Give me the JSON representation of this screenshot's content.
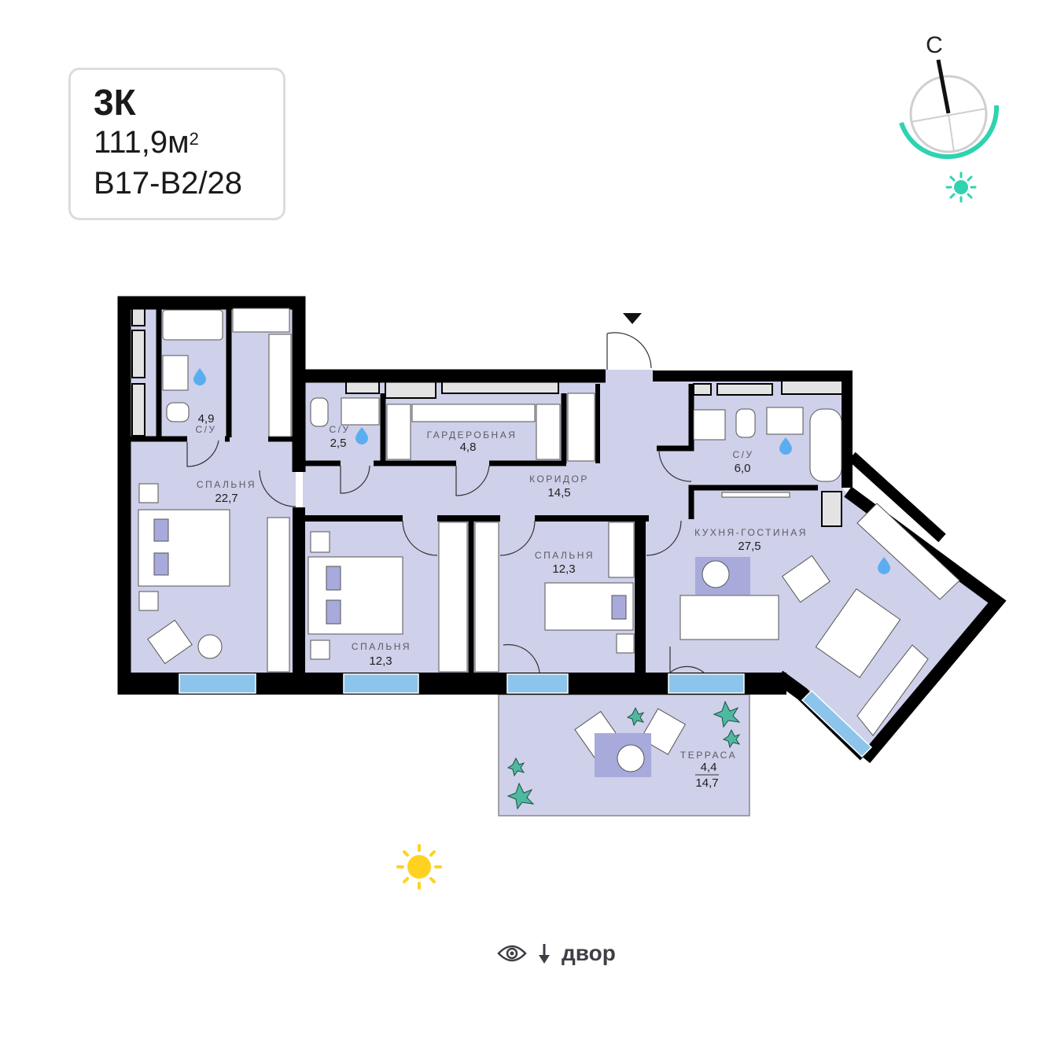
{
  "card": {
    "type": "3К",
    "area": "111,9",
    "unit": "м",
    "unit_power": "2",
    "code": "В17-В2/28"
  },
  "compass": {
    "north_label": "С",
    "accent_color": "#2fd3b0"
  },
  "rooms": [
    {
      "name": "С/У",
      "area": "4,9"
    },
    {
      "name": "СПАЛЬНЯ",
      "area": "22,7"
    },
    {
      "name": "С/У",
      "area": "2,5"
    },
    {
      "name": "ГАРДЕРОБНАЯ",
      "area": "4,8"
    },
    {
      "name": "КОРИДОР",
      "area": "14,5"
    },
    {
      "name": "СПАЛЬНЯ",
      "area": "12,3"
    },
    {
      "name": "СПАЛЬНЯ",
      "area": "12,3"
    },
    {
      "name": "С/У",
      "area": "6,0"
    },
    {
      "name": "КУХНЯ-ГОСТИНАЯ",
      "area": "27,5"
    }
  ],
  "terrace": {
    "name": "ТЕРРАСА",
    "area_reduced": "4,4",
    "area_full": "14,7"
  },
  "view": {
    "icon": "eye-icon",
    "arrow": "arrow-down-icon",
    "label": "двор"
  },
  "colors": {
    "floor": "#cfd0e9",
    "wall": "#000000",
    "window": "#8cc4ec",
    "water": "#5aaef0",
    "sun": "#ffd21f"
  }
}
